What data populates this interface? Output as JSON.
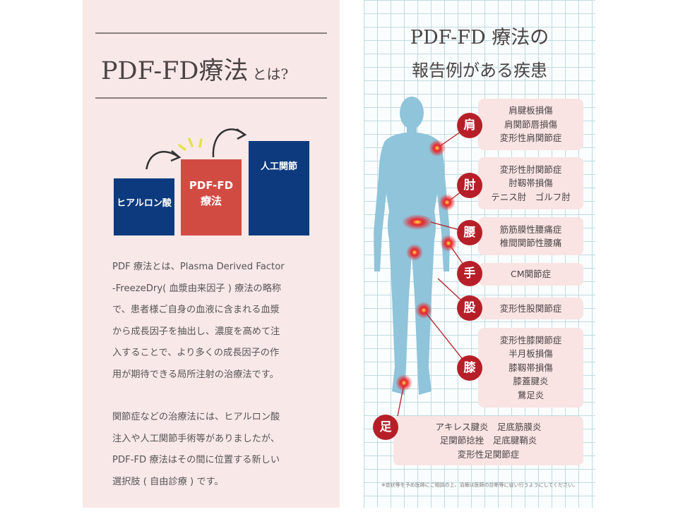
{
  "left": {
    "title_main": "PDF-FD療法",
    "title_suffix": "とは?",
    "bars": [
      {
        "label": "ヒアルロン酸"
      },
      {
        "label_line1": "PDF-FD",
        "label_line2": "療法"
      },
      {
        "label": "人工関節"
      }
    ],
    "paragraphs": [
      "PDF 療法とは、Plasma Derived Factor\n-FreezeDry( 血漿由来因子 ) 療法の略称\nで、患者様ご自身の血液に含まれる血漿\nから成長因子を抽出し、濃度を高めて注\n入することで、より多くの成長因子の作\n用が期待できる局所注射の治療法です。",
      "関節症などの治療法には、ヒアルロン酸\n注入や人工関節手術等がありましたが、\nPDF-FD 療法はその間に位置する新しい\n選択肢 ( 自由診療 ) です。"
    ]
  },
  "right": {
    "title_line1": "PDF-FD 療法の",
    "title_line2": "報告例がある疾患",
    "parts": [
      {
        "label": "肩",
        "items": [
          "肩腱板損傷",
          "肩関節唇損傷",
          "変形性肩関節症"
        ]
      },
      {
        "label": "肘",
        "items": [
          "変形性肘関節症",
          "肘靱帯損傷",
          "テニス肘　ゴルフ肘"
        ]
      },
      {
        "label": "腰",
        "items": [
          "筋筋膜性腰痛症",
          "椎間関節性腰痛"
        ]
      },
      {
        "label": "手",
        "items": [
          "CM関節症"
        ]
      },
      {
        "label": "股",
        "items": [
          "変形性股関節症"
        ]
      },
      {
        "label": "膝",
        "items": [
          "変形性膝関節症",
          "半月板損傷",
          "膝靱帯損傷",
          "膝蓋腱炎",
          "鵞足炎"
        ]
      },
      {
        "label": "足",
        "items": [
          "アキレス腱炎　足底筋膜炎",
          "足関節捻挫　足底腱鞘炎",
          "変形性足関節症"
        ]
      }
    ],
    "note": "※症状等を予め医師にご相談の上、治療は医師の診断等に従い行うようにしてください。",
    "colors": {
      "accent": "#b71f28",
      "body": "#8fc4da",
      "navy": "#0d3a7e",
      "pdf": "#d24b43"
    }
  }
}
